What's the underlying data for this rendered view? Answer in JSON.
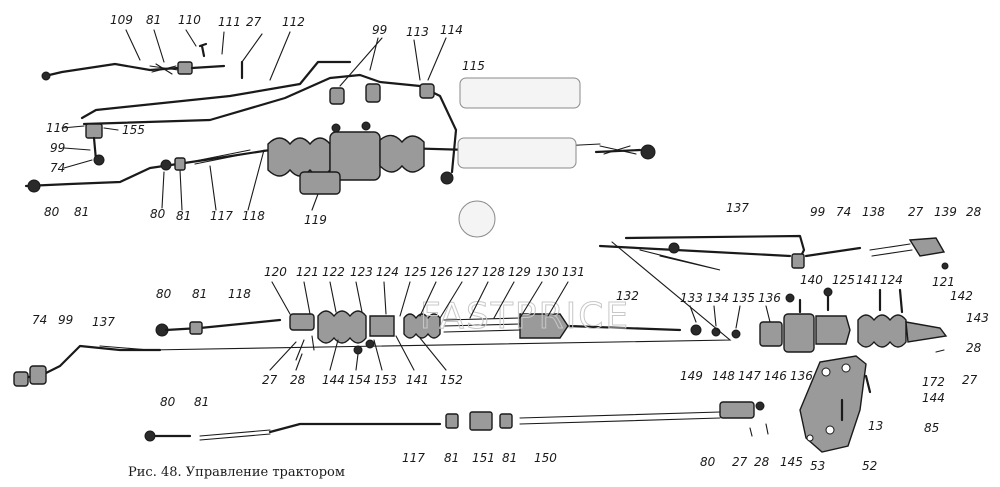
{
  "caption": "Рис. 48. Управление трактором",
  "watermark": "FASTPRICE",
  "labels": [
    "109",
    "81",
    "110",
    "111",
    "27",
    "112",
    "99",
    "113",
    "114",
    "115",
    "116",
    "155",
    "99",
    "74",
    "80",
    "81",
    "80",
    "81",
    "117",
    "118",
    "119",
    "137",
    "99",
    "74",
    "138",
    "27",
    "139",
    "28",
    "120",
    "121",
    "122",
    "123",
    "124",
    "125",
    "126",
    "127",
    "128",
    "129",
    "130",
    "131",
    "132",
    "133",
    "134",
    "135",
    "136",
    "140",
    "125",
    "141",
    "124",
    "121",
    "142",
    "143",
    "80",
    "81",
    "118",
    "74",
    "99",
    "137",
    "27",
    "28",
    "144",
    "154",
    "153",
    "141",
    "152",
    "149",
    "148",
    "147",
    "146",
    "136",
    "172",
    "144",
    "28",
    "27",
    "85",
    "13",
    "80",
    "81",
    "117",
    "81",
    "151",
    "81",
    "150",
    "80",
    "27",
    "28",
    "145",
    "53",
    "52"
  ]
}
